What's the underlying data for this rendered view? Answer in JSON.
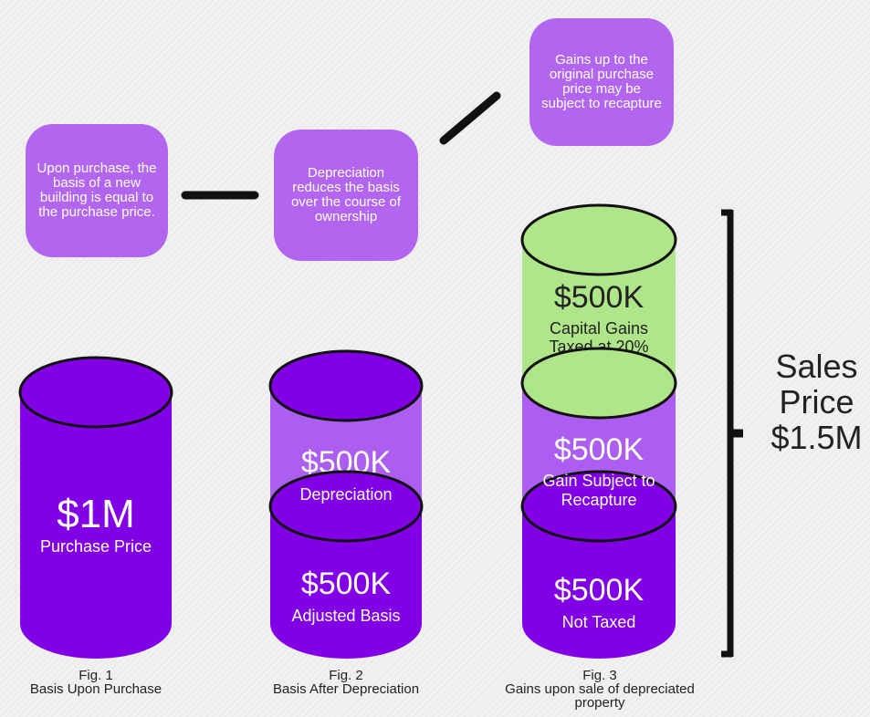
{
  "bubbles": {
    "upon_purchase": "Upon purchase, the basis of a new building is equal to the purchase price.",
    "depreciation": "Depreciation reduces the basis over the course of ownership",
    "gains": "Gains up to the original purchase price may be subject to recapture"
  },
  "cylinders": {
    "fig1": {
      "value": "$1M",
      "label": "Purchase Price"
    },
    "fig2": {
      "top_value": "$500K",
      "top_label": "Depreciation",
      "bottom_value": "$500K",
      "bottom_label": "Adjusted Basis"
    },
    "fig3": {
      "top_value": "$500K",
      "top_label_1": "Capital Gains",
      "top_label_2": "Taxed at 20%",
      "mid_value": "$500K",
      "mid_label_1": "Gain Subject to",
      "mid_label_2": "Recapture",
      "bottom_value": "$500K",
      "bottom_label": "Not Taxed"
    }
  },
  "captions": {
    "fig1_num": "Fig. 1",
    "fig1_text": "Basis Upon Purchase",
    "fig2_num": "Fig. 2",
    "fig2_text": "Basis After Depreciation",
    "fig3_num": "Fig. 3",
    "fig3_text_1": "Gains upon sale of depreciated",
    "fig3_text_2": "property"
  },
  "sales_price": {
    "line1": "Sales",
    "line2": "Price",
    "line3": "$1.5M"
  },
  "colors": {
    "bubble": "#b266f0",
    "purple_dark": "#8200e6",
    "purple_light": "#ab5ef0",
    "green": "#b0e68a",
    "outline": "#111111"
  }
}
